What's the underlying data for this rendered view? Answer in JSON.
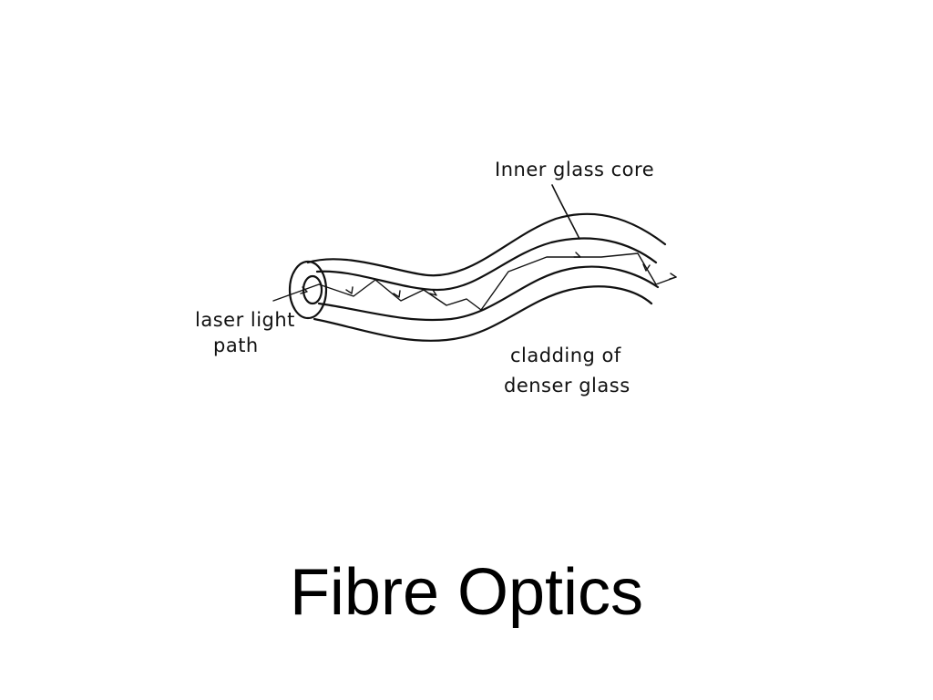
{
  "title": "Fibre Optics",
  "diagram": {
    "labels": {
      "inner_core": "Inner glass core",
      "laser_line1": "laser light",
      "laser_line2": "path",
      "cladding_line1": "cladding of",
      "cladding_line2": "denser glass"
    }
  }
}
